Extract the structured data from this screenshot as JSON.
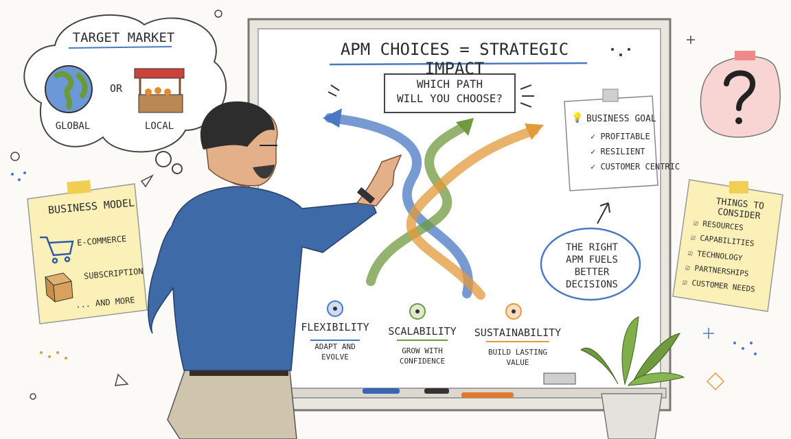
{
  "board": {
    "title": "APM CHOICES = STRATEGIC IMPACT",
    "question_line1": "WHICH PATH",
    "question_line2": "WILL YOU CHOOSE?"
  },
  "target_market": {
    "title": "TARGET MARKET",
    "or_text": "OR",
    "global_label": "GLOBAL",
    "local_label": "LOCAL"
  },
  "business_goal": {
    "title": "BUSINESS GOAL",
    "items": [
      "PROFITABLE",
      "RESILIENT",
      "CUSTOMER CENTRIC"
    ]
  },
  "business_model": {
    "title": "BUSINESS MODEL",
    "items": [
      "E-COMMERCE",
      "SUBSCRIPTION",
      "... AND MORE"
    ]
  },
  "things_to_consider": {
    "title": "THINGS TO CONSIDER",
    "items": [
      "RESOURCES",
      "CAPABILITIES",
      "TECHNOLOGY",
      "PARTNERSHIPS",
      "CUSTOMER NEEDS"
    ]
  },
  "right_apm": {
    "line1": "THE RIGHT",
    "line2": "APM FUELS",
    "line3": "BETTER",
    "line4": "DECISIONS"
  },
  "pillars": [
    {
      "title": "FLEXIBILITY",
      "sub1": "ADAPT AND",
      "sub2": "EVOLVE",
      "color": "#4a78c4"
    },
    {
      "title": "SCALABILITY",
      "sub1": "GROW WITH",
      "sub2": "CONFIDENCE",
      "color": "#6f9a3e"
    },
    {
      "title": "SUSTAINABILITY",
      "sub1": "BUILD LASTING",
      "sub2": "VALUE",
      "color": "#e39a3b"
    }
  ],
  "icons": [
    "globe-icon",
    "market-stall-icon",
    "cart-icon",
    "box-icon",
    "lightbulb-icon",
    "question-mark-icon",
    "plant-icon",
    "arrow-icon"
  ],
  "colors": {
    "blue_path": "#4a78c4",
    "green_path": "#6f9a3e",
    "orange_path": "#e39a3b",
    "shirt": "#3f6aa8",
    "note_yellow": "#fbf0b8",
    "note_pink": "#f8d4d2"
  }
}
